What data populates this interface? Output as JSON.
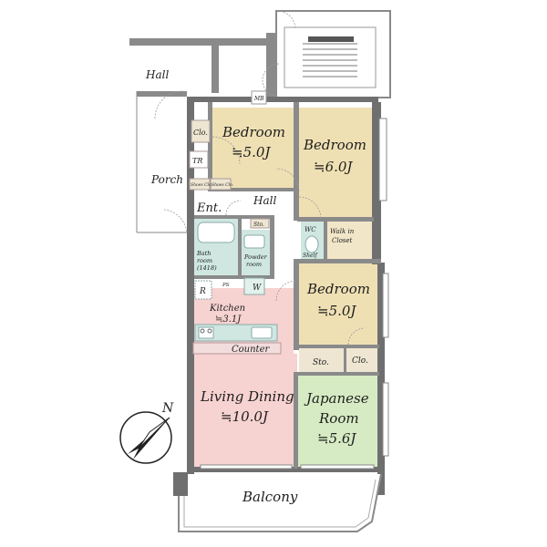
{
  "labels": {
    "hall_outside": "Hall",
    "hall_inside": "Hall",
    "porch": "Porch",
    "entrance": "Ent.",
    "closet_ent": "Clo.",
    "tr": "TR",
    "mb": "MB",
    "shoe_clo_1": "Shoes Clo.",
    "shoe_clo_2": "Shoes Clo.",
    "bedroom1_name": "Bedroom",
    "bedroom1_area": "≒5.0J",
    "bedroom2_name": "Bedroom",
    "bedroom2_area": "≒6.0J",
    "bedroom3_name": "Bedroom",
    "bedroom3_area": "≒5.0J",
    "sto_bath": "Sto.",
    "bath_line1": "Bath",
    "bath_line2": "room",
    "bath_line3": "(1418)",
    "powder_line1": "Powder",
    "powder_line2": "room",
    "w": "W",
    "r": "R",
    "ps": "PS",
    "kitchen_name": "Kitchen",
    "kitchen_area": "≒3.1J",
    "counter": "Counter",
    "wc": "WC",
    "shelf": "Shelf",
    "walkin_line1": "Walk in",
    "walkin_line2": "Closet",
    "sto_bed3": "Sto.",
    "clo_bed3": "Clo.",
    "living_name": "Living Dining",
    "living_area": "≒10.0J",
    "japanese_line1": "Japanese",
    "japanese_line2": "Room",
    "japanese_area": "≒5.6J",
    "balcony": "Balcony",
    "north": "N"
  },
  "colors": {
    "bedroom": "#efe0b4",
    "living": "#f6d2d0",
    "japanese": "#d6ebc3",
    "wet_area": "#cfe7e0",
    "walkin": "#f2e6c8",
    "storage": "#eee6d2",
    "wall": "#8a8a8a"
  }
}
